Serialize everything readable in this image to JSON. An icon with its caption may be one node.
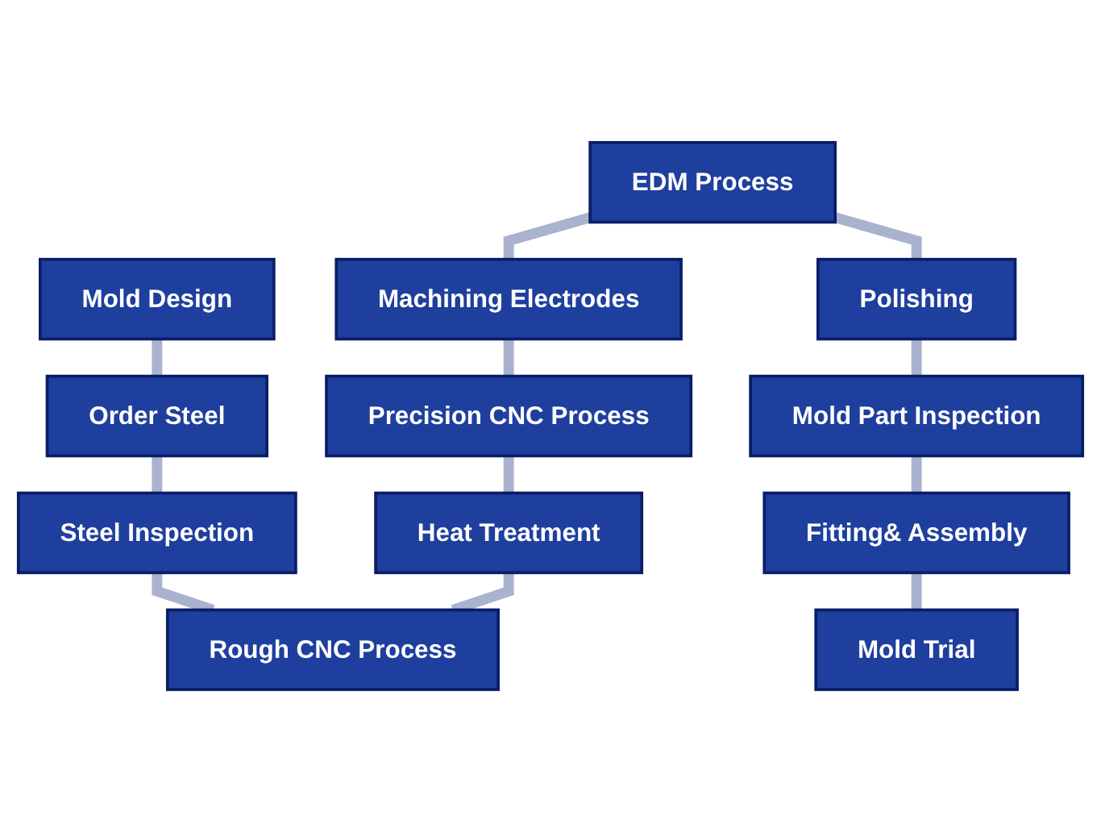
{
  "diagram": {
    "nodes": [
      {
        "text": [
          "Mold Design"
        ]
      },
      {
        "text": [
          "Order Steel"
        ]
      },
      {
        "text": [
          "Steel Inspection"
        ]
      },
      {
        "text": [
          "Rough CNC Process"
        ]
      },
      {
        "text": [
          "Heat Treatment"
        ]
      },
      {
        "text": [
          "Precision CNC Process"
        ]
      },
      {
        "text": [
          "Machining Electrodes"
        ]
      },
      {
        "text": [
          "EDM Process"
        ]
      },
      {
        "text": [
          "Polishing"
        ]
      },
      {
        "text": [
          "Mold Part Inspection"
        ]
      },
      {
        "text": [
          "Fitting& Assembly"
        ]
      },
      {
        "text": [
          "Mold Trial"
        ]
      }
    ],
    "edges": [
      {
        "from": 0,
        "to": 1,
        "arrow": "none"
      },
      {
        "from": 1,
        "to": 2,
        "arrow": "none"
      },
      {
        "from": 2,
        "to": 3,
        "arrow": "none"
      },
      {
        "from": 3,
        "to": 4,
        "arrow": "none"
      },
      {
        "from": 4,
        "to": 5,
        "arrow": "none"
      },
      {
        "from": 5,
        "to": 6,
        "arrow": "none"
      },
      {
        "from": 6,
        "to": 7,
        "arrow": "none"
      },
      {
        "from": 7,
        "to": 8,
        "arrow": "none"
      },
      {
        "from": 8,
        "to": 9,
        "arrow": "none"
      },
      {
        "from": 9,
        "to": 10,
        "arrow": "none"
      },
      {
        "from": 10,
        "to": 11,
        "arrow": "none"
      }
    ]
  }
}
